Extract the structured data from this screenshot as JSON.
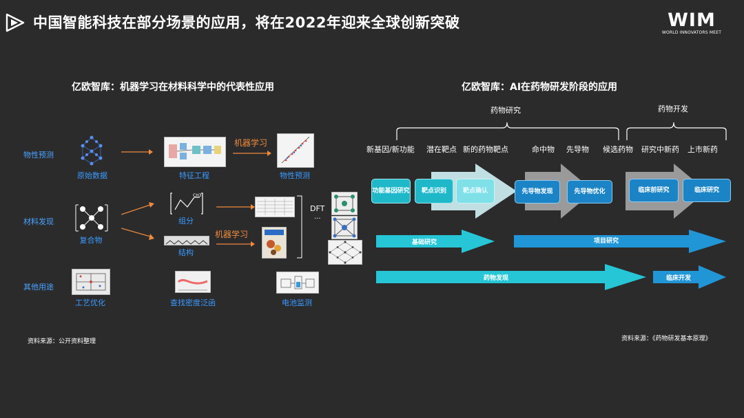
{
  "header": {
    "title": "中国智能科技在部分场景的应用，将在2022年迎来全球创新突破",
    "brand": "WIM",
    "brand_sub": "WORLD INNOVATORS MEET"
  },
  "left": {
    "title": "亿欧智库：机器学习在材料科学中的代表性应用",
    "rows": [
      {
        "label": "物性预测"
      },
      {
        "label": "材料发现"
      },
      {
        "label": "其他用途"
      }
    ],
    "captions": {
      "raw_data": "原始数据",
      "feature_eng": "特征工程",
      "prop_pred": "物性预测",
      "composite": "复合物",
      "composition": "组分",
      "structure": "结构",
      "process_opt": "工艺优化",
      "density_func": "查找密度泛函",
      "battery": "电池监测"
    },
    "ml_label_1": "机器学习",
    "ml_label_2": "机器学习",
    "dft_label": "DFT",
    "dft_ellipsis": "...",
    "source": "资料来源：公开资料整理"
  },
  "right": {
    "title": "亿欧智库：AI在药物研发阶段的应用",
    "group_research": "药物研究",
    "group_develop": "药物开发",
    "stages": [
      "新基因/新功能",
      "潜在靶点",
      "新的药物靶点",
      "命中物",
      "先导物",
      "候选药物",
      "研究中新药",
      "上市新药"
    ],
    "boxes": {
      "func_gene": "功能基因研究",
      "target_id": "靶点识别",
      "target_confirm": "靶点确认",
      "lead_discovery": "先导物发现",
      "lead_opt": "先导物优化",
      "preclinical": "临床前研究",
      "clinical": "临床研究"
    },
    "bars": {
      "basic_research": "基础研究",
      "project_research": "项目研究",
      "drug_discovery": "药物发现",
      "clinical_dev": "临床开发"
    },
    "source": "资料来源：《药物研发基本原理》",
    "colors": {
      "teal": "#1fb8c9",
      "blue": "#1b84c6",
      "orange": "#f08a3c",
      "label_blue": "#3b9bff"
    }
  }
}
